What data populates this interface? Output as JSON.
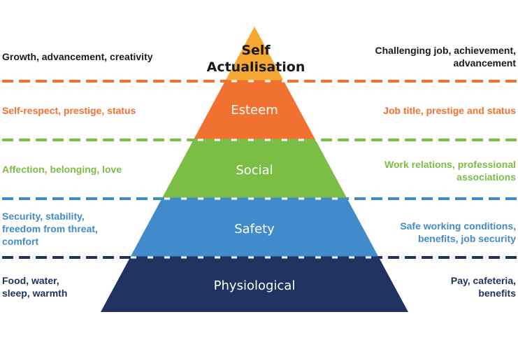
{
  "title": "Maslow's hierarchy of needs",
  "colors": {
    "self_actualisation": "#f7a832",
    "esteem": "#f17230",
    "social": "#7bbd45",
    "safety": "#428bca",
    "physiological": "#203360",
    "dash_esteem": "#f17230",
    "dash_social": "#7bbd45",
    "dash_safety": "#428bca",
    "dash_physiological": "#203360",
    "text_dark": "#1a1a1a"
  },
  "tiers": [
    {
      "key": "self_actualisation",
      "label_line1": "Self",
      "label_line2": "Actualisation",
      "left_text": [
        "Growth, advancement, creativity"
      ],
      "right_text": [
        "Challenging job, achievement,",
        "advancement"
      ]
    },
    {
      "key": "esteem",
      "label_line1": "Esteem",
      "left_text": [
        "Self-respect, prestige, status"
      ],
      "right_text": [
        "Job title, prestige and status"
      ]
    },
    {
      "key": "social",
      "label_line1": "Social",
      "left_text": [
        "Affection, belonging, love"
      ],
      "right_text": [
        "Work relations, professional",
        "associations"
      ]
    },
    {
      "key": "safety",
      "label_line1": "Safety",
      "left_text": [
        "Security, stability,",
        "freedom from threat,",
        "comfort"
      ],
      "right_text": [
        "Safe working conditions,",
        "benefits, job security"
      ]
    },
    {
      "key": "physiological",
      "label_line1": "Physiological",
      "left_text": [
        "Food, water,",
        "sleep, warmth"
      ],
      "right_text": [
        "Pay, cafeteria,",
        "benefits"
      ]
    }
  ]
}
